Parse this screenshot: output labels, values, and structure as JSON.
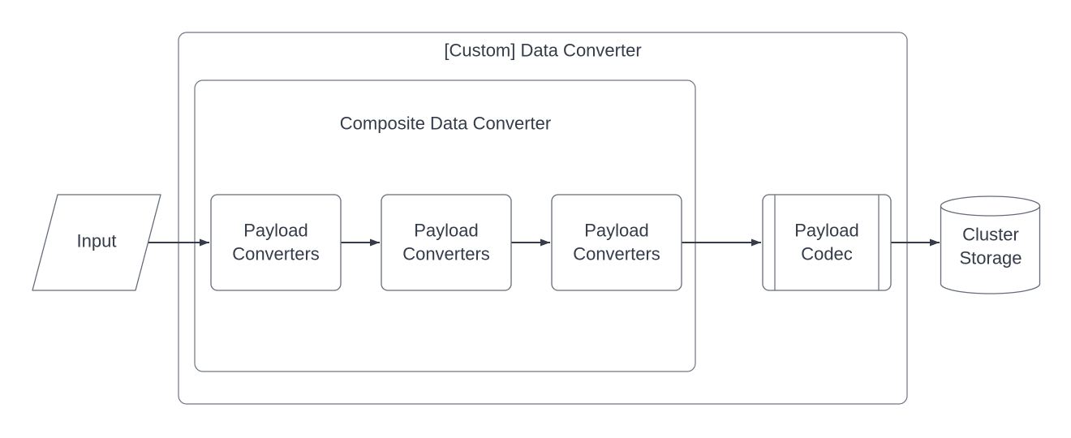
{
  "diagram": {
    "outer_container": {
      "title": "[Custom] Data Converter"
    },
    "inner_container": {
      "title": "Composite Data Converter"
    },
    "nodes": {
      "input": {
        "label": "Input",
        "shape": "parallelogram"
      },
      "converter1": {
        "label": "Payload\nConverters",
        "shape": "rounded-rectangle"
      },
      "converter2": {
        "label": "Payload\nConverters",
        "shape": "rounded-rectangle"
      },
      "converter3": {
        "label": "Payload\nConverters",
        "shape": "rounded-rectangle"
      },
      "codec": {
        "label": "Payload\nCodec",
        "shape": "predefined-process"
      },
      "storage": {
        "label": "Cluster\nStorage",
        "shape": "cylinder"
      }
    },
    "flow": [
      "input -> converter1",
      "converter1 -> converter2",
      "converter2 -> converter3",
      "converter3 -> codec",
      "codec -> storage"
    ],
    "colors": {
      "background": "#ffffff",
      "shape_fill": "#ffffff",
      "shape_stroke": "#646c79",
      "container_stroke": "#6e7683",
      "edge_stroke": "#343b49",
      "text": "#343b49"
    }
  }
}
